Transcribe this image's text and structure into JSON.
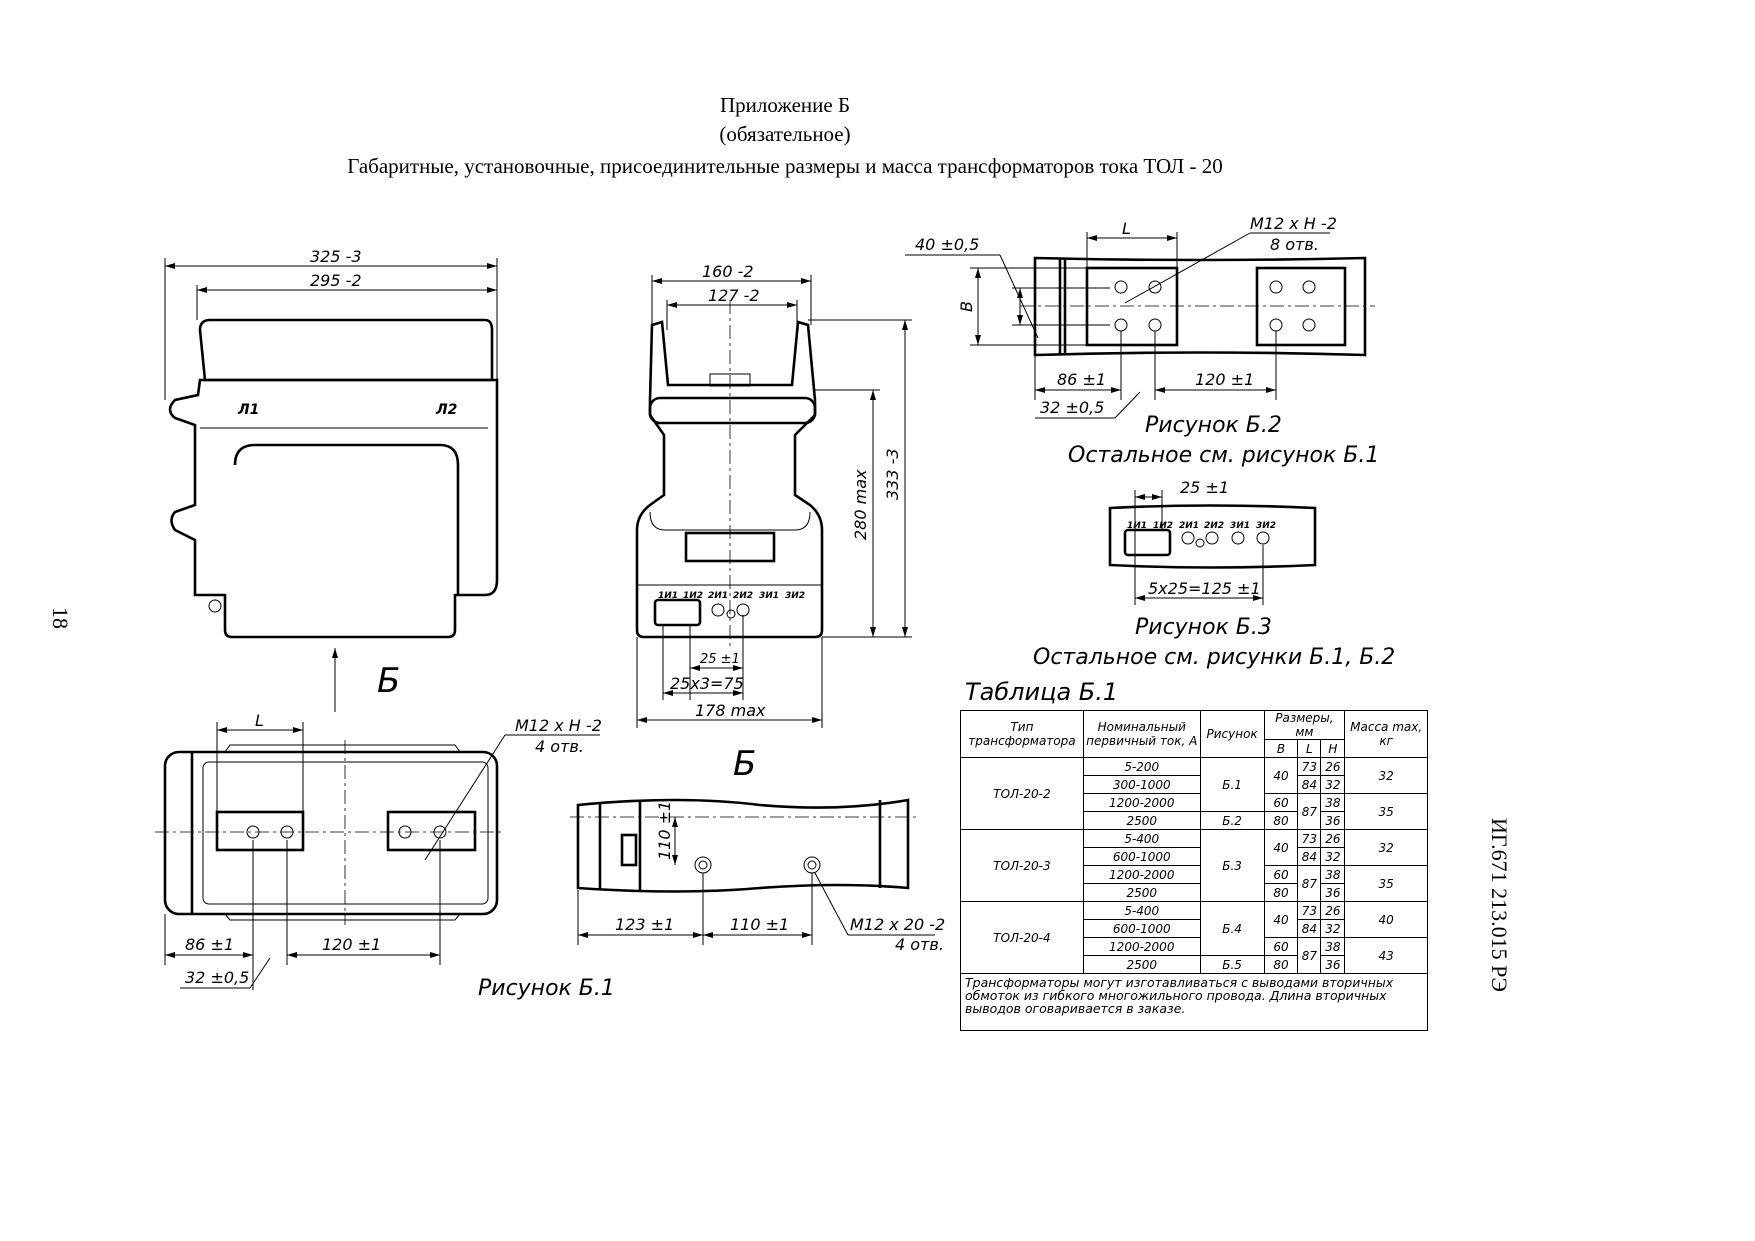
{
  "header": {
    "line1": "Приложение Б",
    "line2": "(обязательное)",
    "line3": "Габаритные, установочные, присоединительные размеры и масса трансформаторов тока ТОЛ - 20"
  },
  "page_number": "18",
  "doc_code": "ИГ.671 213.015 РЭ",
  "fig1": {
    "dim_325": "325 -3",
    "dim_295": "295 -2",
    "l1": "Л1",
    "l2": "Л2",
    "view_arrow": "Б",
    "dim_L": "L",
    "hole_note1": "M12 x H -2",
    "hole_note2": "4 отв.",
    "dim_86": "86 ±1",
    "dim_120": "120 ±1",
    "dim_32": "32 ±0,5",
    "caption": "Рисунок Б.1",
    "dim_160": "160 -2",
    "dim_127": "127 -2",
    "dim_280": "280 max",
    "dim_333": "333 -3",
    "dim_25": "25 ±1",
    "dim_25x3": "25x3=75",
    "dim_178": "178 max",
    "terminals": [
      "1И1",
      "1И2",
      "2И1",
      "2И2",
      "3И1",
      "3И2"
    ],
    "view_label": "Б",
    "dim_110v": "110 ±1",
    "dim_123": "123 ±1",
    "dim_110": "110 ±1",
    "hole2_note1": "M12 x 20 -2",
    "hole2_note2": "4 отв."
  },
  "fig2": {
    "dim_L": "L",
    "hole_note1": "M12 x H -2",
    "hole_note2": "8 отв.",
    "dim_40": "40 ±0,5",
    "dim_B": "B",
    "dim_86": "86 ±1",
    "dim_120": "120 ±1",
    "dim_32": "32 ±0,5",
    "caption": "Рисунок Б.2",
    "note": "Остальное см. рисунок Б.1"
  },
  "fig3": {
    "dim_25": "25 ±1",
    "terminals": [
      "1И1",
      "1И2",
      "2И1",
      "2И2",
      "3И1",
      "3И2"
    ],
    "dim_125": "5x25=125 ±1",
    "caption": "Рисунок Б.3",
    "note": "Остальное см. рисунки Б.1, Б.2"
  },
  "table": {
    "title": "Таблица Б.1",
    "headers": {
      "type": "Тип трансформатора",
      "current": "Номинальный первичный ток, А",
      "figure": "Рисунок",
      "dims": "Размеры, мм",
      "B": "B",
      "L": "L",
      "H": "H",
      "mass": "Масса max, кг"
    },
    "groups": [
      {
        "type": "ТОЛ-20-2",
        "currents": [
          "5-200",
          "300-1000",
          "1200-2000",
          "2500"
        ],
        "fig_a": "Б.1",
        "fig_b": "Б.2",
        "B": [
          "40",
          "60",
          "80"
        ],
        "L": [
          "73",
          "84",
          "87"
        ],
        "H": [
          "26",
          "32",
          "38",
          "36"
        ],
        "mass": [
          "32",
          "35"
        ]
      },
      {
        "type": "ТОЛ-20-3",
        "currents": [
          "5-400",
          "600-1000",
          "1200-2000",
          "2500"
        ],
        "fig_a": "Б.3",
        "B": [
          "40",
          "60",
          "80"
        ],
        "L": [
          "73",
          "84",
          "87"
        ],
        "H": [
          "26",
          "32",
          "38",
          "36"
        ],
        "mass": [
          "32",
          "35"
        ]
      },
      {
        "type": "ТОЛ-20-4",
        "currents": [
          "5-400",
          "600-1000",
          "1200-2000",
          "2500"
        ],
        "fig_a": "Б.4",
        "fig_b": "Б.5",
        "B": [
          "40",
          "60",
          "80"
        ],
        "L": [
          "73",
          "84",
          "87"
        ],
        "H": [
          "26",
          "32",
          "38",
          "36"
        ],
        "mass": [
          "40",
          "43"
        ]
      }
    ],
    "note": "Трансформаторы могут изготавливаться с выводами вторичных обмоток из гибкого многожильного провода. Длина вторичных выводов оговаривается в заказе."
  }
}
